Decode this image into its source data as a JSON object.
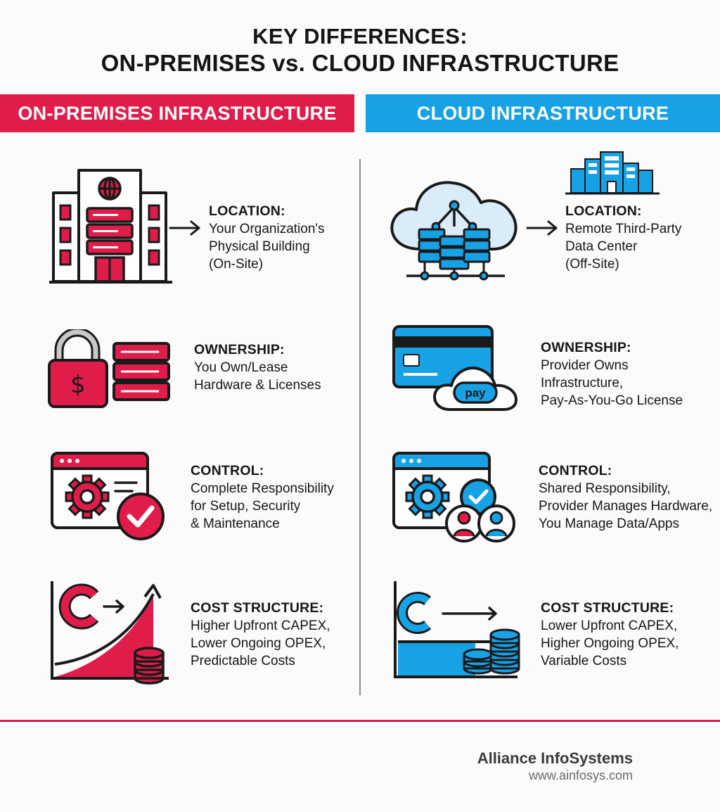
{
  "title": {
    "line1": "KEY DIFFERENCES:",
    "line2": "ON-PREMISES vs. CLOUD INFRASTRUCTURE"
  },
  "colors": {
    "onprem": "#e01c4a",
    "cloud": "#17a2e6",
    "dark": "#1a1a1a"
  },
  "onprem": {
    "header": "ON-PREMISES INFRASTRUCTURE",
    "location": {
      "icon": "office-building-server-icon",
      "title": "LOCATION:",
      "lines": [
        "Your Organization's",
        "Physical Building",
        "(On-Site)"
      ]
    },
    "ownership": {
      "icon": "padlock-dollar-server-icon",
      "title": "OWNERSHIP:",
      "lines": [
        "You Own/Lease",
        "Hardware & Licenses"
      ]
    },
    "control": {
      "icon": "settings-window-check-icon",
      "title": "CONTROL:",
      "lines": [
        "Complete Responsibility",
        "for Setup, Security",
        "& Maintenance"
      ]
    },
    "cost": {
      "icon": "capex-rising-chart-icon",
      "title": "COST STRUCTURE:",
      "lines": [
        "Higher Upfront CAPEX,",
        "Lower Ongoing OPEX,",
        "Predictable Costs"
      ]
    }
  },
  "cloud": {
    "header": "CLOUD INFRASTRUCTURE",
    "location": {
      "icon": "cloud-server-datacenter-icon",
      "title": "LOCATION:",
      "lines": [
        "Remote Third-Party",
        "Data Center",
        "(Off-Site)"
      ]
    },
    "ownership": {
      "icon": "credit-card-pay-cloud-icon",
      "title": "OWNERSHIP:",
      "lines": [
        "Provider Owns",
        "Infrastructure,",
        "Pay-As-You-Go License"
      ]
    },
    "control": {
      "icon": "settings-window-shared-users-icon",
      "title": "CONTROL:",
      "lines": [
        "Shared Responsibility,",
        "Provider Manages Hardware,",
        "You Manage Data/Apps"
      ]
    },
    "cost": {
      "icon": "capex-flat-opex-coins-icon",
      "title": "COST STRUCTURE:",
      "lines": [
        "Lower Upfront CAPEX,",
        "Higher Ongoing OPEX,",
        "Variable Costs"
      ]
    }
  },
  "footer": {
    "company": "Alliance InfoSystems",
    "url": "www.ainfosys.com"
  }
}
